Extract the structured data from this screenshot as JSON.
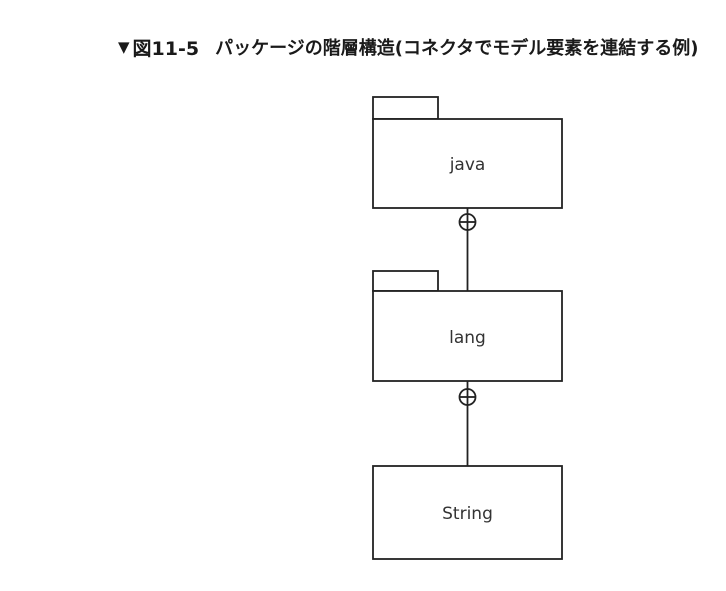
{
  "caption": {
    "marker": "▼",
    "number": "図11-5",
    "title": "パッケージの階層構造(コネクタでモデル要素を連結する例)"
  },
  "diagram": {
    "nodes": [
      {
        "id": "java",
        "kind": "package",
        "label": "java"
      },
      {
        "id": "lang",
        "kind": "package",
        "label": "lang"
      },
      {
        "id": "string",
        "kind": "class",
        "label": "String"
      }
    ],
    "connectors": [
      {
        "from": "java",
        "to": "lang",
        "type": "containment"
      },
      {
        "from": "lang",
        "to": "string",
        "type": "containment"
      }
    ]
  }
}
